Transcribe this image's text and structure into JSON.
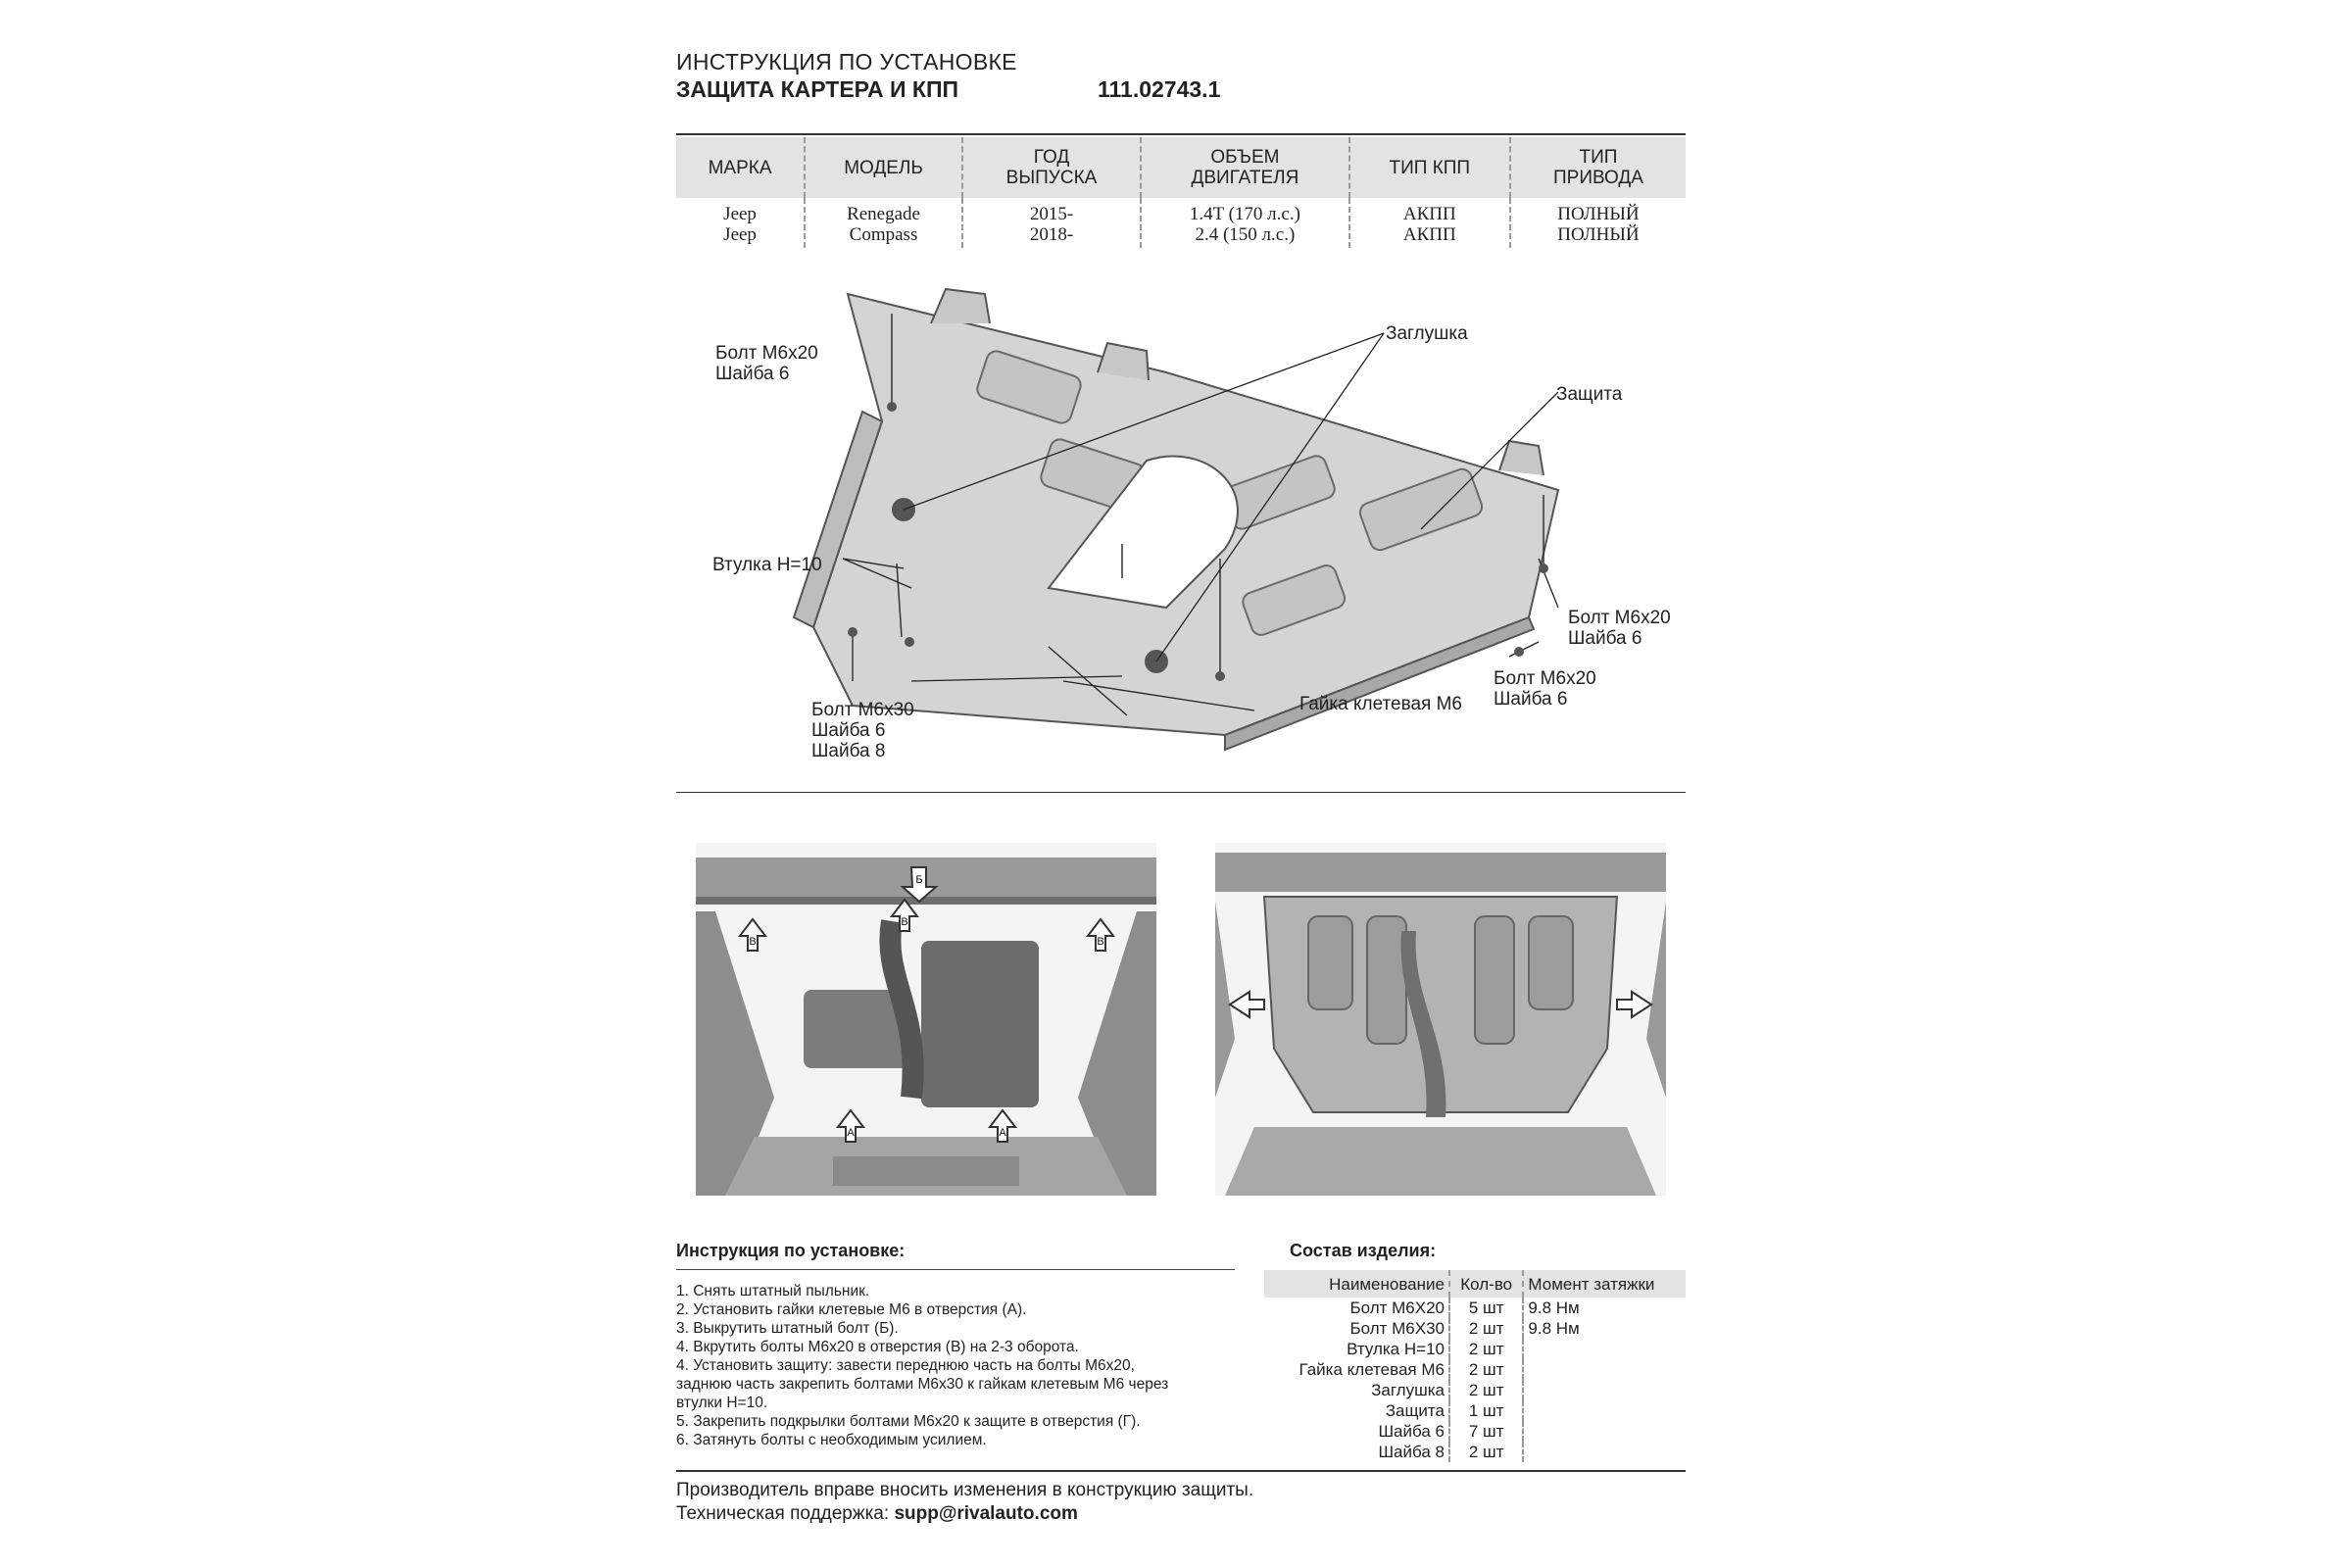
{
  "header": {
    "line1": "ИНСТРУКЦИЯ ПО УСТАНОВКЕ",
    "line2": "ЗАЩИТА КАРТЕРА И КПП",
    "code": "111.02743.1"
  },
  "spec_table": {
    "headers": [
      [
        "МАРКА"
      ],
      [
        "МОДЕЛЬ"
      ],
      [
        "ГОД",
        "ВЫПУСКА"
      ],
      [
        "ОБЪЕМ",
        "ДВИГАТЕЛЯ"
      ],
      [
        "ТИП КПП"
      ],
      [
        "ТИП",
        "ПРИВОДА"
      ]
    ],
    "columns": [
      [
        "Jeep",
        "Jeep"
      ],
      [
        "Renegade",
        "Compass"
      ],
      [
        "2015-",
        "2018-"
      ],
      [
        "1.4T (170 л.с.)",
        "2.4 (150 л.с.)"
      ],
      [
        "АКПП",
        "АКПП"
      ],
      [
        "ПОЛНЫЙ",
        "ПОЛНЫЙ"
      ]
    ]
  },
  "diagram_labels": {
    "bolt_tl": [
      "Болт М6х20",
      "Шайба 6"
    ],
    "plug": "Заглушка",
    "guard": "Защита",
    "bushing": "Втулка Н=10",
    "bolt_r1": [
      "Болт М6х20",
      "Шайба 6"
    ],
    "bolt_r2": [
      "Болт М6х20",
      "Шайба 6"
    ],
    "bolt_bl": [
      "Болт М6х30",
      "Шайба 6",
      "Шайба 8"
    ],
    "cage_nut": "Гайка клетевая М6"
  },
  "photo_labels": {
    "b": "Б",
    "v": "В",
    "a": "А"
  },
  "instructions": {
    "title": "Инструкция по установке:",
    "lines": [
      "1. Снять штатный пыльник.",
      "2. Установить гайки клетевые М6 в отверстия (А).",
      "3. Выкрутить штатный болт (Б).",
      "4. Вкрутить болты М6х20 в отверстия (В) на 2-3 оборота.",
      "4. Установить защиту: завести переднюю часть на болты М6х20,",
      "заднюю часть закрепить болтами М6х30 к гайкам клетевым М6 через",
      "втулки Н=10.",
      "5. Закрепить подкрылки болтами М6х20 к защите в отверстия (Г).",
      "6. Затянуть болты с необходимым усилием."
    ]
  },
  "composition": {
    "title": "Состав изделия:",
    "headers": [
      "Наименование",
      "Кол-во",
      "Момент затяжки"
    ],
    "rows": [
      [
        "Болт М6Х20",
        "5 шт",
        "9.8 Нм"
      ],
      [
        "Болт М6Х30",
        "2 шт",
        "9.8 Нм"
      ],
      [
        "Втулка Н=10",
        "2 шт",
        ""
      ],
      [
        "Гайка клетевая М6",
        "2 шт",
        ""
      ],
      [
        "Заглушка",
        "2 шт",
        ""
      ],
      [
        "Защита",
        "1 шт",
        ""
      ],
      [
        "Шайба 6",
        "7 шт",
        ""
      ],
      [
        "Шайба 8",
        "2 шт",
        ""
      ]
    ]
  },
  "footer": {
    "line1": "Производитель вправе вносить изменения в конструкцию защиты.",
    "support_label": "Техническая поддержка: ",
    "support_email": "supp@rivalauto.com"
  },
  "colors": {
    "header_fill": "#e3e3e3",
    "metal": "#cfcfcf",
    "metal_dark": "#8a8a8a"
  }
}
